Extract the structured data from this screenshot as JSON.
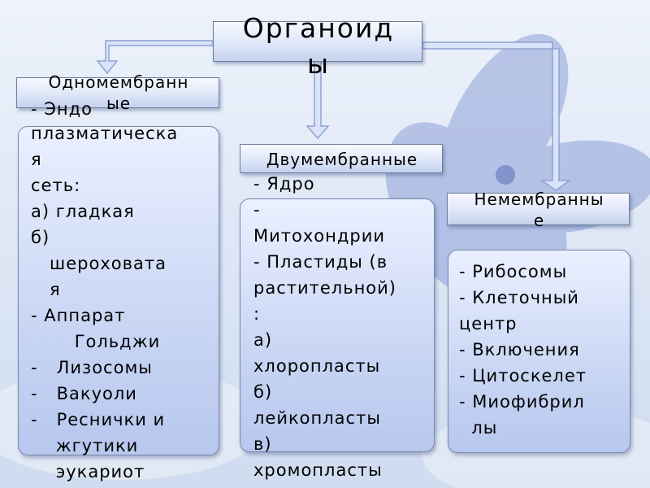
{
  "title": [
    "Органоид",
    "ы"
  ],
  "single_membrane": {
    "header": [
      "Одномембранн",
      "ые"
    ],
    "lines": [
      "- Эндо",
      "плазматическа",
      "я",
      "сеть:",
      "а) гладкая",
      "б)",
      "   шероховата",
      "   я",
      "- Аппарат",
      "       Гольджи",
      "-   Лизосомы",
      "-   Вакуоли",
      "-   Реснички и",
      "    жгутики",
      "    эукариот"
    ]
  },
  "double_membrane": {
    "header": "Двумембранные",
    "lines": [
      "- Ядро",
      "-",
      "Митохондрии",
      "- Пластиды (в",
      "растительной)",
      ":",
      "а)",
      "хлоропласты",
      "б)",
      "лейкопласты",
      "в)",
      "хромопласты"
    ]
  },
  "non_membrane": {
    "header": [
      "Немембранны",
      "е"
    ],
    "lines": [
      "- Рибосомы",
      "- Клеточный",
      "центр",
      "- Включения",
      "- Цитоскелет",
      "- Миофибрил",
      "  лы"
    ]
  },
  "colors": {
    "accent": "#b8c8ee",
    "border": "#6f7ea0",
    "flower": "#8fa2da"
  }
}
